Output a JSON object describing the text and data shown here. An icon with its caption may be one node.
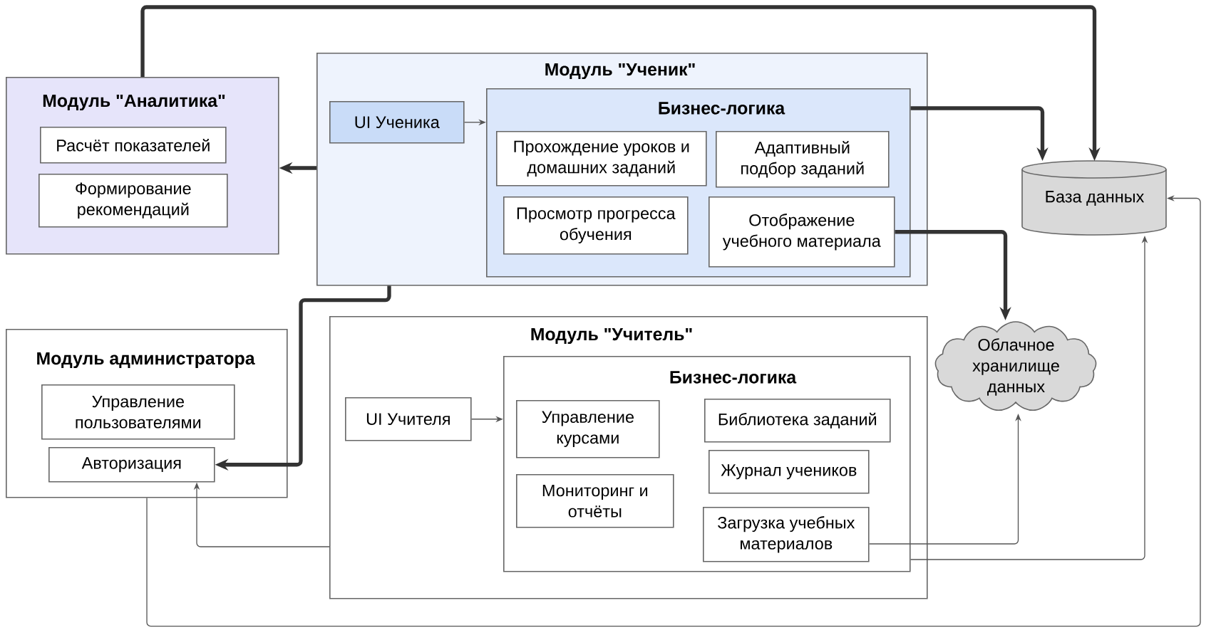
{
  "diagram": {
    "nodes": [
      {
        "text": [
          "Модуль \"Аналитика\""
        ]
      },
      {
        "text": [
          "Расчёт показателей"
        ],
        "in": 0
      },
      {
        "text": [
          "Формирование рекомендаций"
        ],
        "in": 0
      },
      {
        "text": [
          "Модуль \"Ученик\""
        ]
      },
      {
        "text": [
          "UI Ученика"
        ],
        "in": 3
      },
      {
        "text": [
          "Бизнес-логика"
        ],
        "in": 3
      },
      {
        "text": [
          "Прохождение уроков и домашних заданий"
        ],
        "in": 5
      },
      {
        "text": [
          "Адаптивный подбор заданий"
        ],
        "in": 5
      },
      {
        "text": [
          "Просмотр прогресса обучения"
        ],
        "in": 5
      },
      {
        "text": [
          "Отображение учебного материала"
        ],
        "in": 5
      },
      {
        "text": [
          "База данных"
        ]
      },
      {
        "text": [
          "Модуль администратора"
        ]
      },
      {
        "text": [
          "Управление пользователями"
        ],
        "in": 11
      },
      {
        "text": [
          "Авторизация"
        ],
        "in": 11
      },
      {
        "text": [
          "Модуль \"Учитель\""
        ]
      },
      {
        "text": [
          "UI Учителя"
        ],
        "in": 14
      },
      {
        "text": [
          "Бизнес-логика"
        ],
        "in": 14
      },
      {
        "text": [
          "Управление курсами"
        ],
        "in": 16
      },
      {
        "text": [
          "Мониторинг и отчёты"
        ],
        "in": 16
      },
      {
        "text": [
          "Библиотека заданий"
        ],
        "in": 16
      },
      {
        "text": [
          "Журнал учеников"
        ],
        "in": 16
      },
      {
        "text": [
          "Загрузка учебных материалов"
        ],
        "in": 16
      },
      {
        "text": [
          "Облачное хранилище данных"
        ]
      }
    ],
    "edges": [
      {
        "from": 0,
        "to": 10,
        "arrow": "to",
        "style": "thick"
      },
      {
        "from": 5,
        "to": 10,
        "arrow": "to",
        "style": "thick"
      },
      {
        "from": 3,
        "to": 0,
        "arrow": "to",
        "style": "thick"
      },
      {
        "from": 4,
        "to": 5,
        "arrow": "to"
      },
      {
        "from": 3,
        "to": 13,
        "arrow": "to",
        "style": "thick"
      },
      {
        "from": 9,
        "to": 22,
        "arrow": "to",
        "style": "thick"
      },
      {
        "from": 15,
        "to": 16,
        "arrow": "to"
      },
      {
        "from": 21,
        "to": 22,
        "arrow": "to"
      },
      {
        "from": 14,
        "to": 13,
        "arrow": "to"
      },
      {
        "from": 11,
        "to": 10,
        "arrow": "to"
      },
      {
        "from": 16,
        "to": 10,
        "arrow": "to"
      }
    ]
  }
}
